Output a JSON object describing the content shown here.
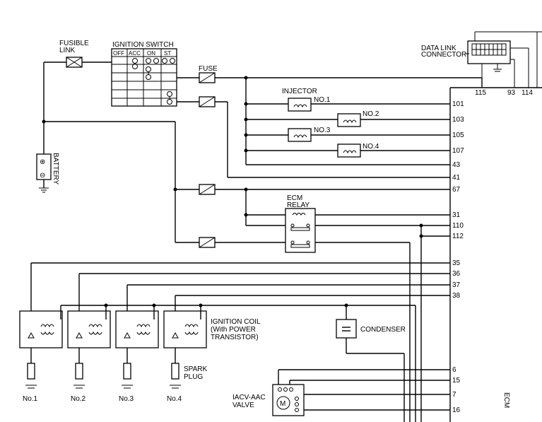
{
  "labels": {
    "fusible_link": [
      "FUSIBLE",
      "LINK"
    ],
    "ignition_switch": "IGNITION SWITCH",
    "switch_positions": [
      "OFF",
      "ACC",
      "ON",
      "ST"
    ],
    "fuse": "FUSE",
    "battery": "BATTERY",
    "injector": "INJECTOR",
    "injectors": [
      "NO.1",
      "NO.2",
      "NO.3",
      "NO.4"
    ],
    "ecm_relay": [
      "ECM",
      "RELAY"
    ],
    "data_link_connector": [
      "DATA LINK",
      "CONNECTOR"
    ],
    "dlc_pins": [
      "115",
      "93",
      "114"
    ],
    "ignition_coil": [
      "IGNITION COIL",
      "(With POWER",
      "TRANSISTOR)"
    ],
    "condenser": "CONDENSER",
    "spark_plug": [
      "SPARK",
      "PLUG"
    ],
    "plug_numbers": [
      "No.1",
      "No.2",
      "No.3",
      "No.4"
    ],
    "iacv": [
      "IACV-AAC",
      "VALVE"
    ],
    "ecm": "ECM"
  },
  "ecm_pins": [
    "101",
    "103",
    "105",
    "107",
    "43",
    "41",
    "67",
    "31",
    "110",
    "112",
    "35",
    "36",
    "37",
    "38",
    "6",
    "15",
    "7",
    "16"
  ]
}
